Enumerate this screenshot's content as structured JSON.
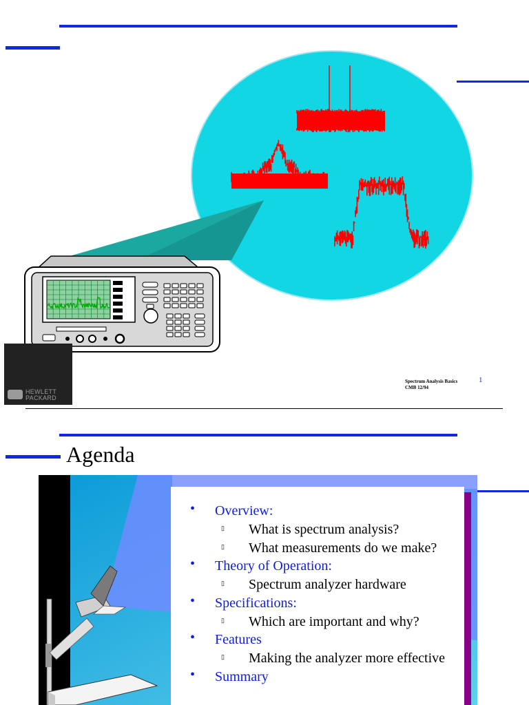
{
  "slide1": {
    "footer": {
      "line1": "Spectrum Analysis Basics",
      "line2": "CMB  12/94",
      "page_number": "1"
    },
    "logo": {
      "line1": "HEWLETT",
      "line2": "PACKARD",
      "mark": "hp"
    },
    "colors": {
      "accent_line": "#1028e0",
      "bubble": "#12d6e4",
      "signal": "#ff0000",
      "screen_trace": "#00aa00"
    }
  },
  "slide2": {
    "title": "Agenda",
    "items": [
      {
        "label": "Overview:",
        "subitems": [
          "What is spectrum analysis?",
          "What measurements do we make?"
        ]
      },
      {
        "label": "Theory of Operation:",
        "subitems": [
          "Spectrum analyzer hardware"
        ]
      },
      {
        "label": "Specifications:",
        "subitems": [
          "Which are important and why?"
        ]
      },
      {
        "label": "Features",
        "subitems": [
          "Making the analyzer more effective"
        ]
      },
      {
        "label": "Summary",
        "subitems": []
      }
    ],
    "bullet_l1": "•",
    "bullet_l2": "▯",
    "colors": {
      "item_text": "#1020d8",
      "subitem_text": "#000000",
      "accent_line": "#1028e0"
    }
  }
}
